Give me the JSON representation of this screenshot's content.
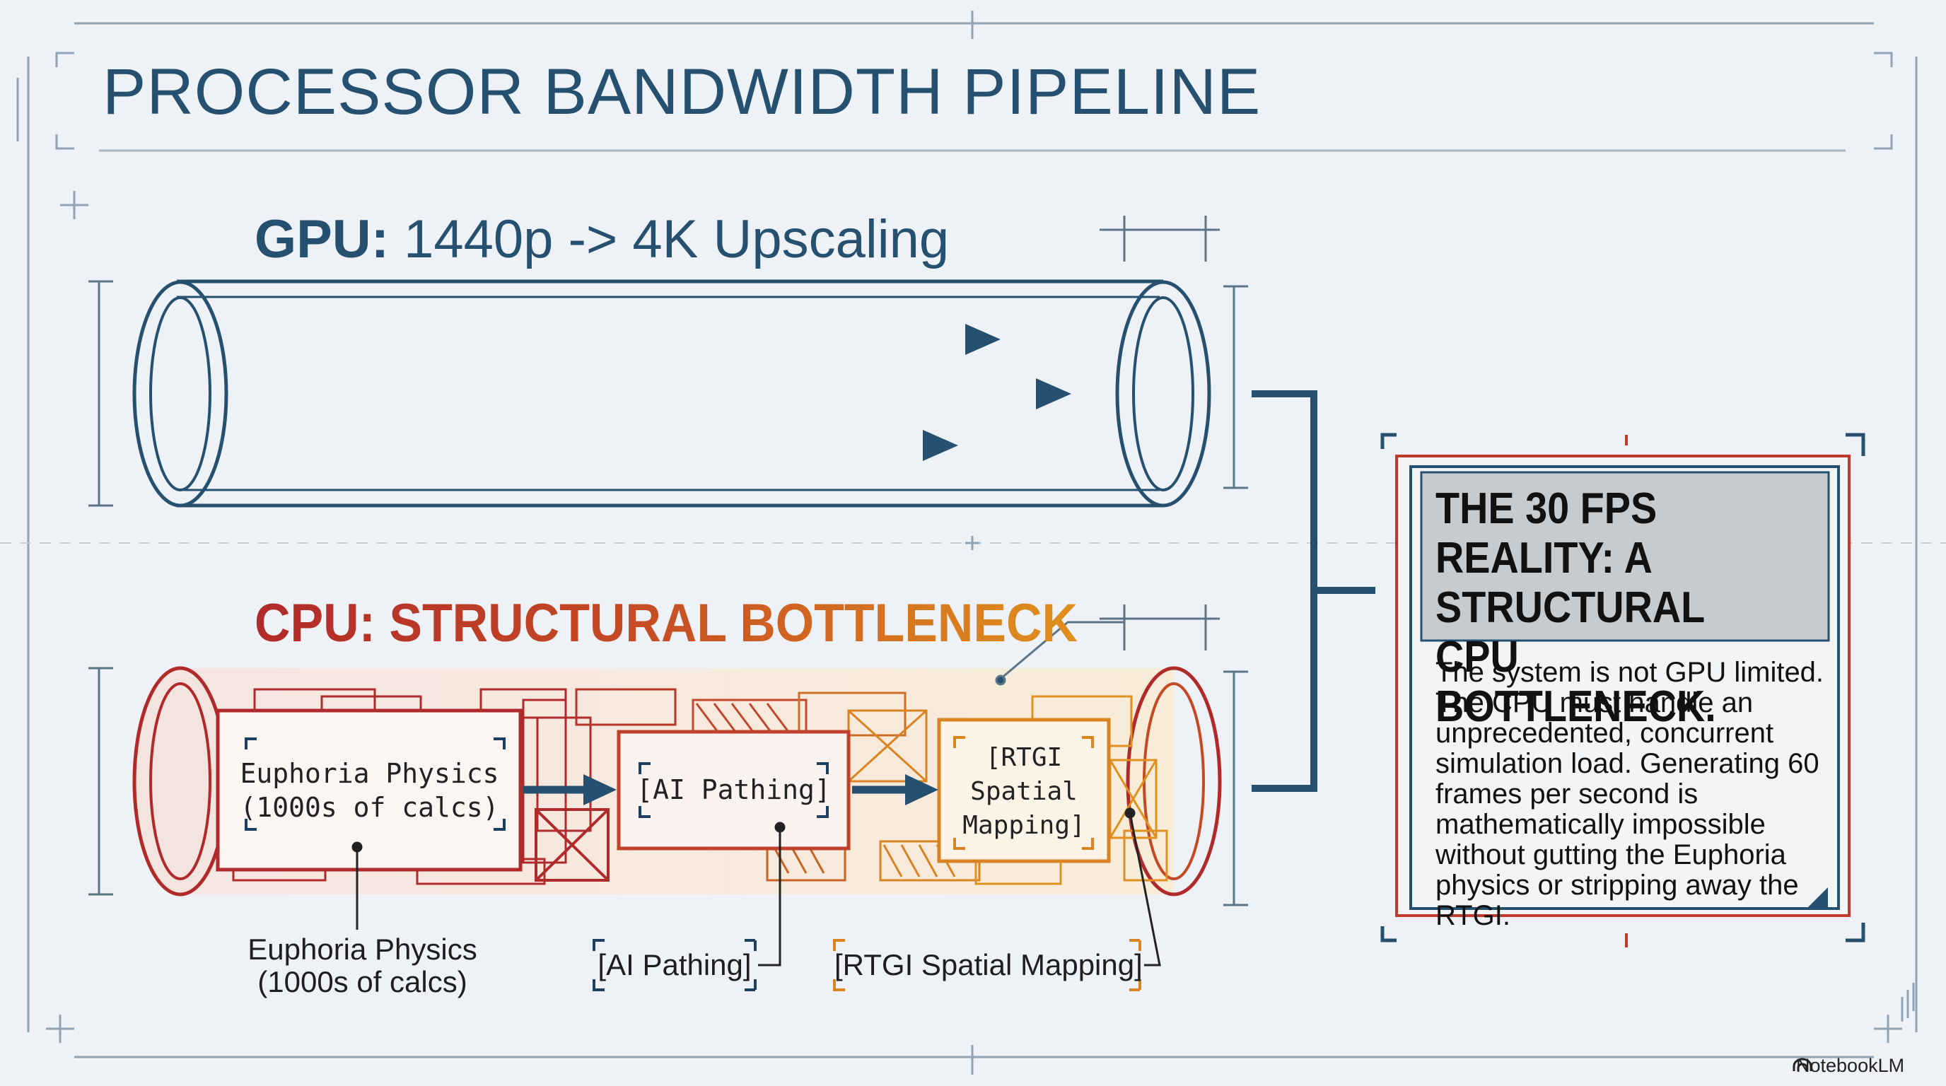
{
  "title": "PROCESSOR BANDWIDTH PIPELINE",
  "gpu": {
    "label_bold": "GPU:",
    "label_rest": " 1440p -> 4K Upscaling"
  },
  "cpu": {
    "label": "CPU: STRUCTURAL BOTTLENECK",
    "boxes": {
      "physics_line1": "Euphoria Physics",
      "physics_line2": "(1000s of calcs)",
      "ai": "[AI Pathing]",
      "rtgi_line1": "[RTGI",
      "rtgi_line2": "Spatial",
      "rtgi_line3": "Mapping]"
    },
    "captions": {
      "physics_line1": "Euphoria Physics",
      "physics_line2": "(1000s of calcs)",
      "ai": "[AI Pathing]",
      "rtgi": "[RTGI Spatial Mapping]"
    }
  },
  "callout": {
    "heading": "THE 30 FPS REALITY: A STRUCTURAL CPU BOTTLENECK.",
    "body": "The system is not GPU limited. The CPU must handle an unprecedented, concurrent simulation load. Generating 60 frames per second is mathematically impossible without gutting the Euphoria physics or stripping away the RTGI."
  },
  "watermark": "NotebookLM",
  "colors": {
    "background": "#eef2f6",
    "blue": "#25506f",
    "red": "#b02a2a",
    "orange": "#e0901e",
    "callout_red": "#c0392b"
  }
}
